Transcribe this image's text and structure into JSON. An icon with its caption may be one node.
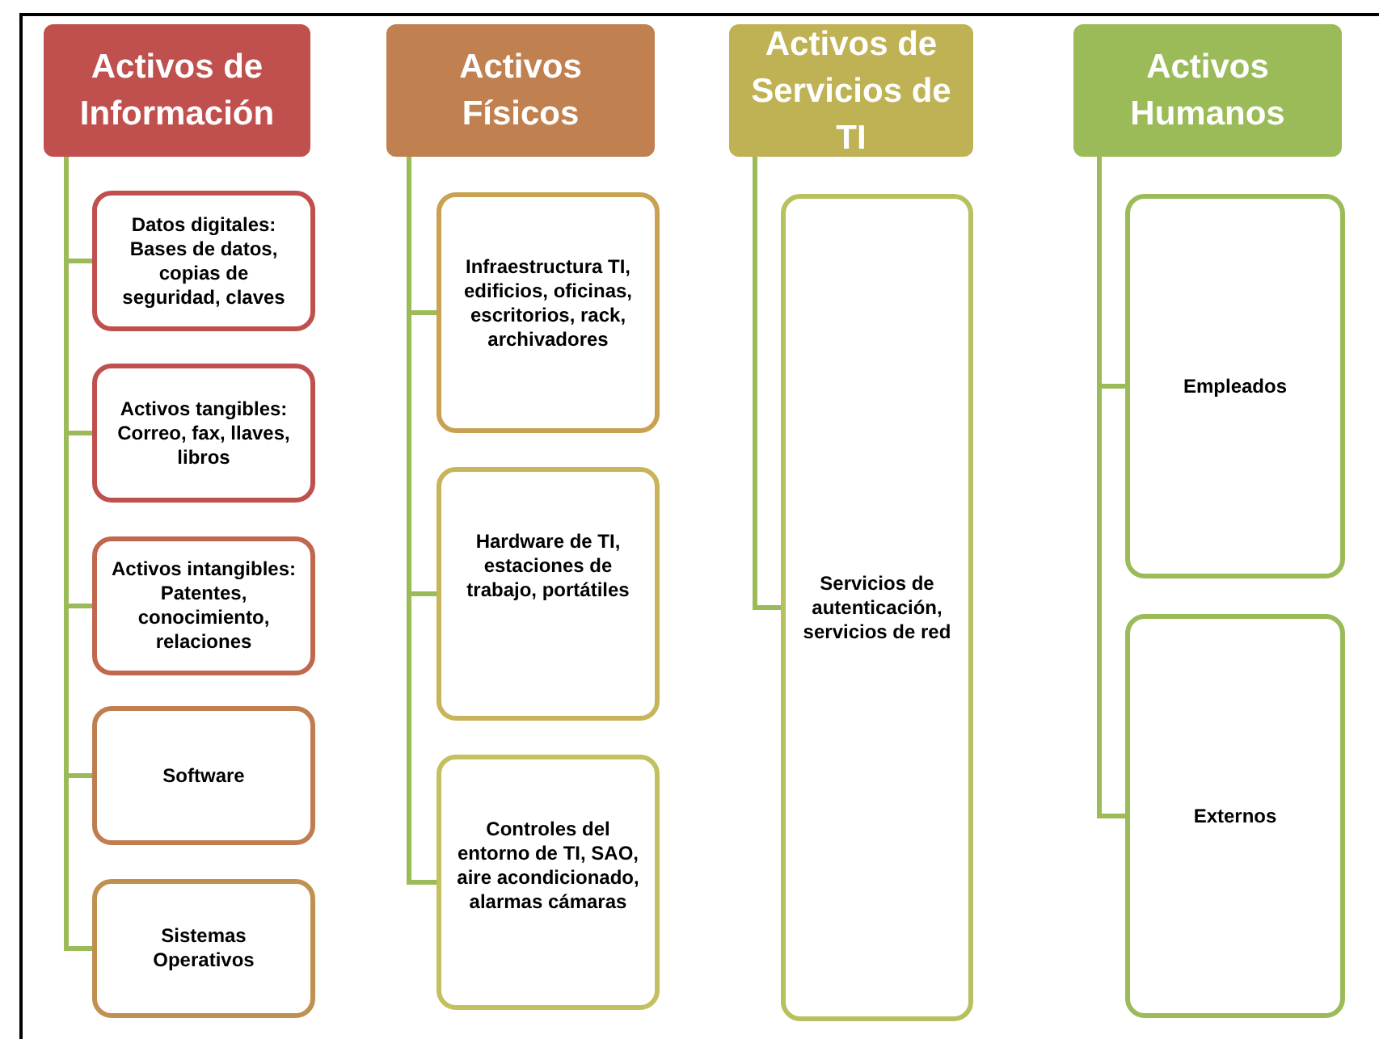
{
  "diagram": {
    "nodes": [
      {
        "text": [
          "Activos de Información"
        ]
      },
      {
        "text": [
          "Datos digitales: Bases de datos, copias de seguridad, claves"
        ]
      },
      {
        "text": [
          "Activos tangibles: Correo,  fax, llaves, libros"
        ]
      },
      {
        "text": [
          "Activos intangibles: Patentes, conocimiento, relaciones"
        ]
      },
      {
        "text": [
          "Software"
        ]
      },
      {
        "text": [
          "Sistemas Operativos"
        ]
      },
      {
        "text": [
          "Activos Físicos"
        ]
      },
      {
        "text": [
          "Infraestructura  TI, edificios, oficinas, escritorios, rack, archivadores"
        ]
      },
      {
        "text": [
          "Hardware de TI, estaciones de trabajo, portátiles"
        ]
      },
      {
        "text": [
          "Controles  del entorno  de TI, SAO, aire acondicionado, alarmas cámaras"
        ]
      },
      {
        "text": [
          "Activos de Servicios de TI"
        ]
      },
      {
        "text": [
          "Servicios de autenticación, servicios de red"
        ]
      },
      {
        "text": [
          "Activos Humanos"
        ]
      },
      {
        "text": [
          "Empleados"
        ]
      },
      {
        "text": [
          "Externos"
        ]
      }
    ],
    "edges": [
      {
        "from": 0,
        "to": 1,
        "arrow": "none"
      },
      {
        "from": 0,
        "to": 2,
        "arrow": "none"
      },
      {
        "from": 0,
        "to": 3,
        "arrow": "none"
      },
      {
        "from": 0,
        "to": 4,
        "arrow": "none"
      },
      {
        "from": 0,
        "to": 5,
        "arrow": "none"
      },
      {
        "from": 6,
        "to": 7,
        "arrow": "none"
      },
      {
        "from": 6,
        "to": 8,
        "arrow": "none"
      },
      {
        "from": 6,
        "to": 9,
        "arrow": "none"
      },
      {
        "from": 10,
        "to": 11,
        "arrow": "none"
      },
      {
        "from": 12,
        "to": 13,
        "arrow": "none"
      },
      {
        "from": 12,
        "to": 14,
        "arrow": "none"
      }
    ]
  }
}
